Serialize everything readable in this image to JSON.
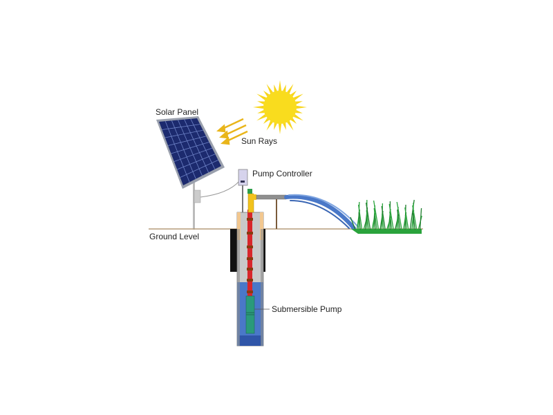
{
  "labels": {
    "solar_panel": "Solar Panel",
    "sun_rays": "Sun Rays",
    "pump_controller": "Pump Controller",
    "ground_level": "Ground Level",
    "submersible_pump": "Submersible Pump"
  },
  "colors": {
    "sun": "#f7d51c",
    "panel": "#1c2a6e",
    "water": "#4a78c8",
    "pipe": "#d8262b",
    "grass": "#2aa33c",
    "ground": "#b59b7a"
  }
}
